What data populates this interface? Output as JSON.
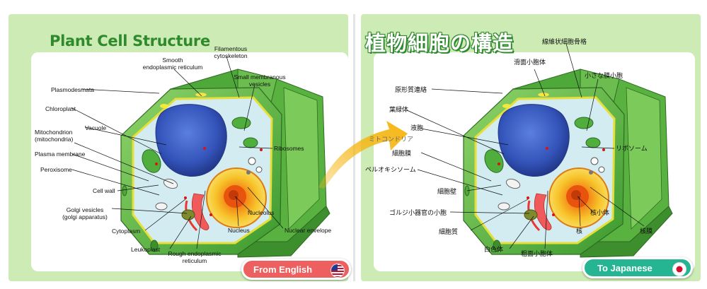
{
  "english": {
    "title": "Plant Cell Structure",
    "labels": {
      "filamentous": "Filamentous\ncytoskeleton",
      "smooth_er": "Smooth\nendoplasmic reticulum",
      "small_vesicles": "Small membranous\nvesicles",
      "plasmodesmata": "Plasmodesmata",
      "chloroplast": "Chloroplast",
      "vacuole": "Vacuole",
      "mitochondrion": "Mitochondrion\n(mitochondria)",
      "plasma_membrane": "Plasma membrane",
      "peroxisome": "Peroxisome",
      "cell_wall": "Cell wall",
      "golgi_vesicles": "Golgi vesicles\n(golgi apparatus)",
      "cytoplasm": "Cytoplasm",
      "leukoplast": "Leukoplast",
      "rough_er": "Rough endoplasmic\nreticulum",
      "nucleus": "Nucleus",
      "nucleolus": "Nucleolus",
      "nuclear_envelope": "Nuclear envelope",
      "ribosomes": "Ribosomes"
    },
    "button": "From English"
  },
  "japanese": {
    "title": "植物細胞の構造",
    "labels": {
      "filamentous": "線維状細胞骨格",
      "smooth_er": "滑面小胞体",
      "small_vesicles": "小さな膜小胞",
      "plasmodesmata": "原形質連絡",
      "chloroplast": "葉緑体",
      "vacuole": "液胞",
      "mitochondrion": "ミトコンドリア",
      "plasma_membrane": "細胞膜",
      "peroxisome": "ペルオキシソーム",
      "cell_wall": "細胞壁",
      "golgi_vesicles": "ゴルジ小器官の小胞",
      "cytoplasm": "細胞質",
      "leukoplast": "白色体",
      "rough_er": "粗面小胞体",
      "nucleus": "核",
      "nucleolus": "核小体",
      "nuclear_envelope": "核膜",
      "ribosomes": "リボソーム"
    },
    "button": "To Japanese"
  },
  "colors": {
    "panel_bg": "#cdebb4",
    "title_green": "#2f8a2e",
    "button_red": "#ee5f5f",
    "button_teal": "#25b592",
    "arrow_yellow": "#f5b614"
  },
  "icons": [
    "us-flag-icon",
    "japan-flag-icon",
    "translate-arrow-icon"
  ]
}
